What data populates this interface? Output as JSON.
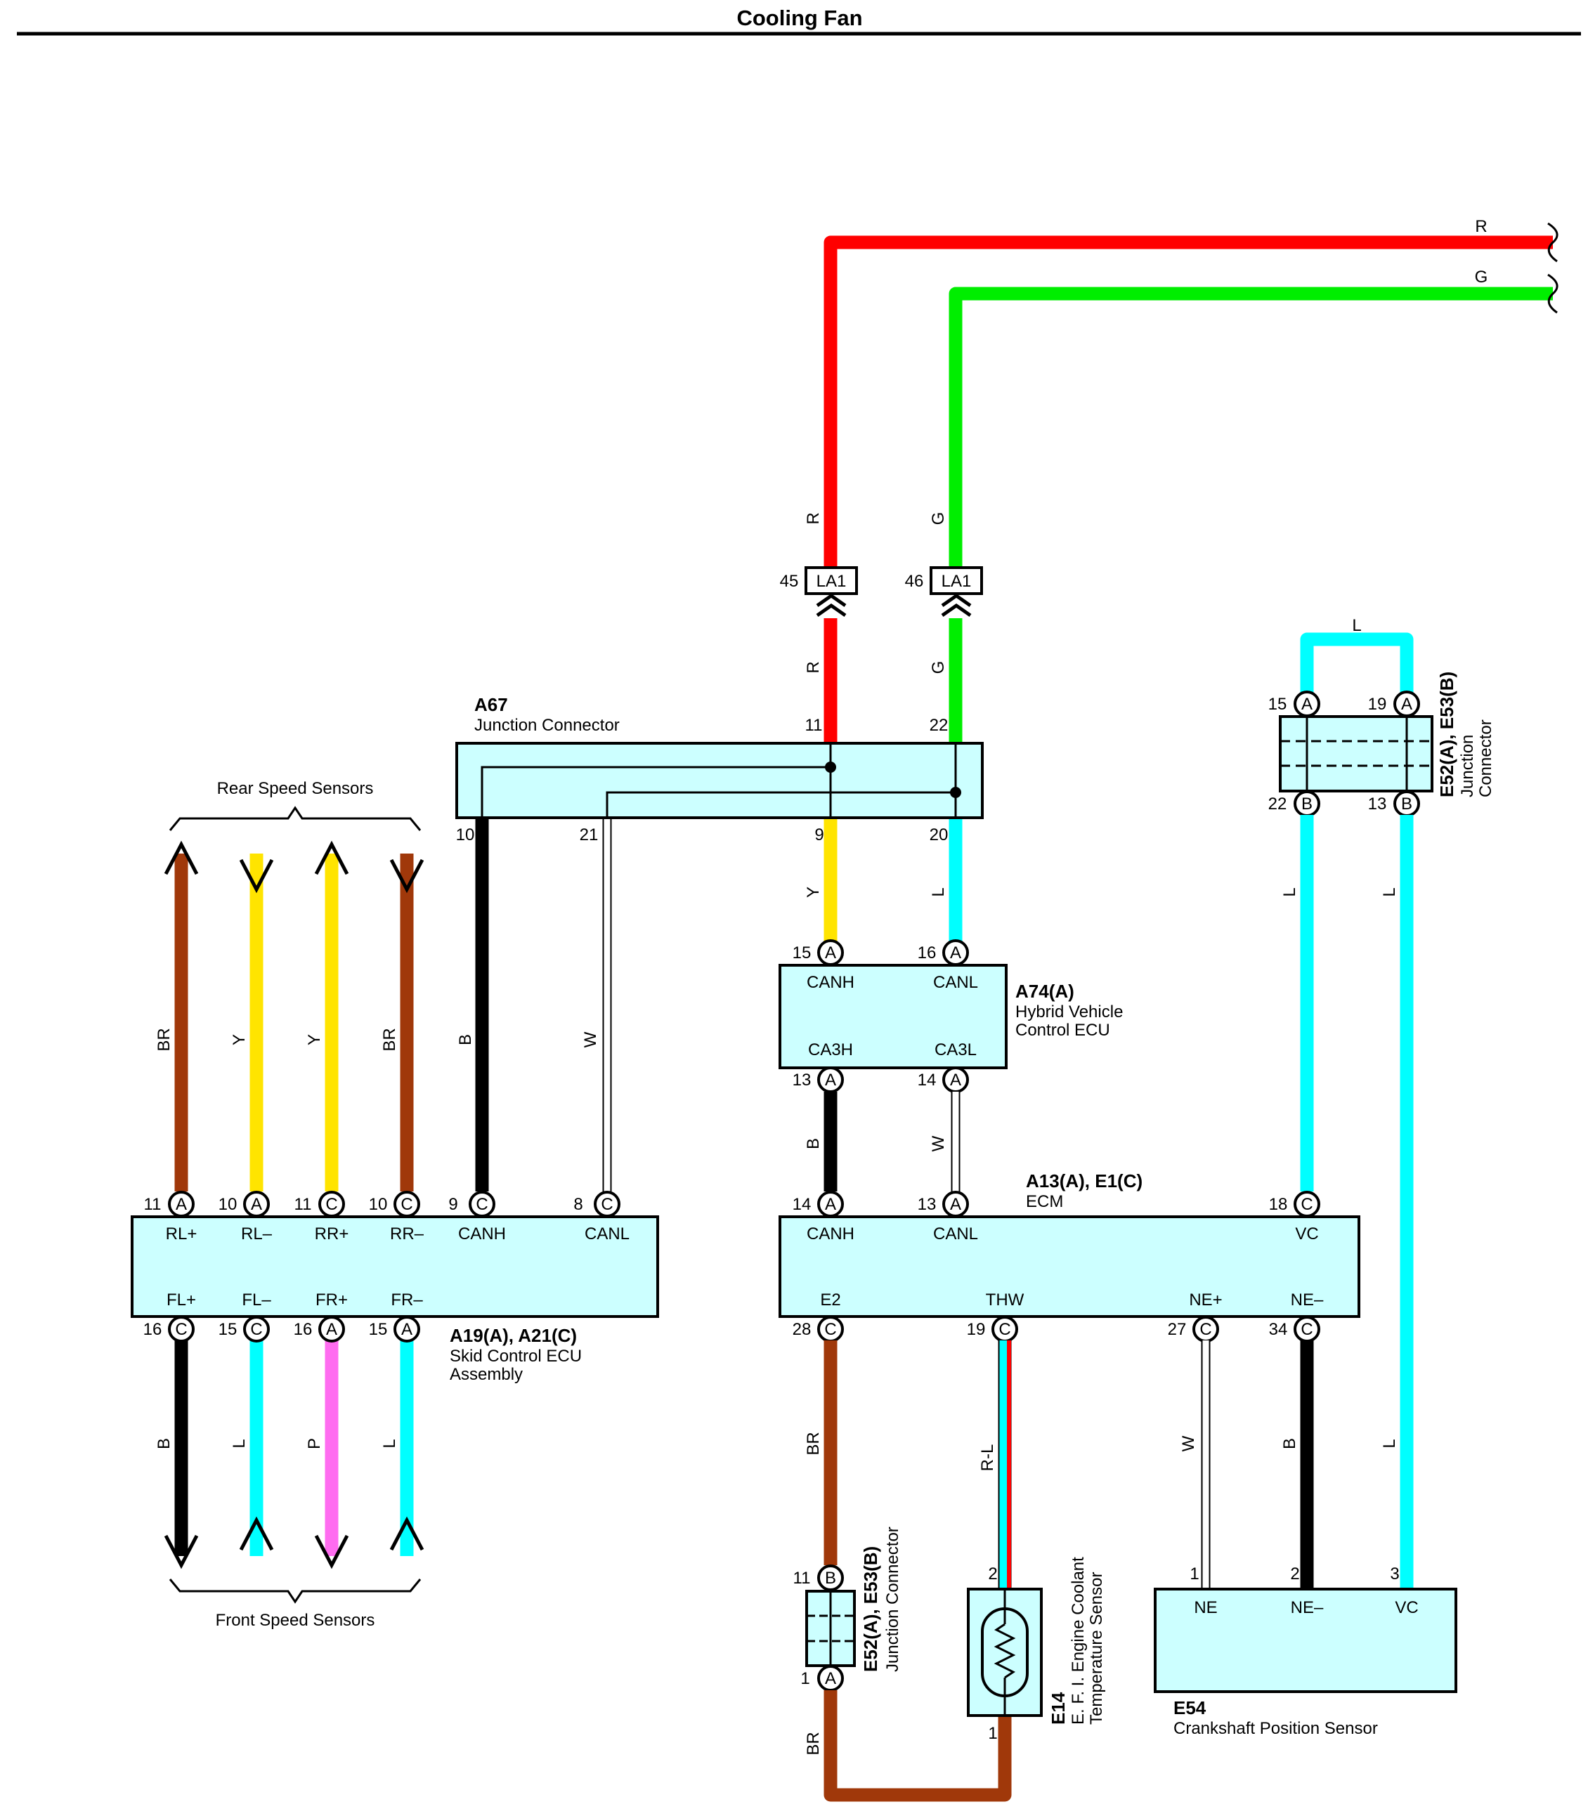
{
  "title": "Cooling Fan",
  "colors": {
    "R": "#ff0000",
    "G": "#00ee00",
    "L": "#00ffff",
    "Y": "#ffe400",
    "B": "#000000",
    "BR": "#a0380a",
    "P": "#ff6cf0",
    "W": "#ffffff",
    "box": "#ccffff"
  },
  "wire_codes": {
    "R": "R",
    "G": "G",
    "L": "L",
    "Y": "Y",
    "B": "B",
    "BR": "BR",
    "W": "W",
    "P": "P",
    "RL": "R-L"
  },
  "connectors": {
    "la1": {
      "name": "LA1",
      "pin_r": "45",
      "pin_g": "46"
    },
    "a67": {
      "code": "A67",
      "name": "Junction Connector",
      "pins": {
        "r": "11",
        "g": "22",
        "b": "10",
        "w": "21",
        "y": "9",
        "l": "20"
      }
    },
    "a74": {
      "code": "A74(A)",
      "name_1": "Hybrid Vehicle",
      "name_2": "Control ECU",
      "labels": {
        "canh": "CANH",
        "canl": "CANL",
        "ca3h": "CA3H",
        "ca3l": "CA3L"
      },
      "pins": {
        "canh": "15",
        "canl": "16",
        "ca3h": "13",
        "ca3l": "14"
      },
      "letter": "A"
    },
    "e52_top": {
      "code": "E52(A), E53(B)",
      "name_1": "Junction",
      "name_2": "Connector",
      "pins": {
        "tl": "15",
        "tr": "19",
        "bl": "22",
        "br": "13"
      },
      "letters": {
        "top": "A",
        "bottom": "B"
      }
    },
    "ecm": {
      "code": "A13(A), E1(C)",
      "name": "ECM",
      "labels": {
        "canh": "CANH",
        "canl": "CANL",
        "vc": "VC",
        "e2": "E2",
        "thw": "THW",
        "nep": "NE+",
        "nem": "NE–"
      },
      "pins": {
        "canh": "14",
        "canl": "13",
        "vc": "18",
        "e2": "28",
        "thw": "19",
        "nep": "27",
        "nem": "34"
      }
    },
    "skid": {
      "code": "A19(A), A21(C)",
      "name_1": "Skid Control ECU",
      "name_2": "Assembly",
      "top_labels": [
        "RL+",
        "RL–",
        "RR+",
        "RR–",
        "CANH",
        "CANL"
      ],
      "top_pins": [
        "11",
        "10",
        "11",
        "10",
        "9",
        "8"
      ],
      "top_letters": [
        "A",
        "A",
        "C",
        "C",
        "C",
        "C"
      ],
      "bottom_labels": [
        "FL+",
        "FL–",
        "FR+",
        "FR–"
      ],
      "bottom_pins": [
        "16",
        "15",
        "16",
        "15"
      ],
      "bottom_letters": [
        "C",
        "C",
        "A",
        "A"
      ]
    },
    "e52_bot": {
      "code": "E52(A), E53(B)",
      "name": "Junction Connector",
      "pins": {
        "top": "11",
        "bottom": "1"
      },
      "letters": {
        "top": "B",
        "bottom": "A"
      }
    },
    "e14": {
      "code": "E14",
      "name_1": "E. F. I.  Engine Coolant",
      "name_2": "Temperature Sensor",
      "pins": {
        "top": "2",
        "bottom": "1"
      }
    },
    "e54": {
      "code": "E54",
      "name": "Crankshaft Position Sensor",
      "labels": {
        "ne": "NE",
        "nem": "NE–",
        "vc": "VC"
      },
      "pins": {
        "ne": "1",
        "nem": "2",
        "vc": "3"
      }
    }
  },
  "sensor_groups": {
    "rear": "Rear Speed Sensors",
    "front": "Front Speed Sensors"
  },
  "top_wire_codes": {
    "red": "R",
    "green": "G"
  }
}
